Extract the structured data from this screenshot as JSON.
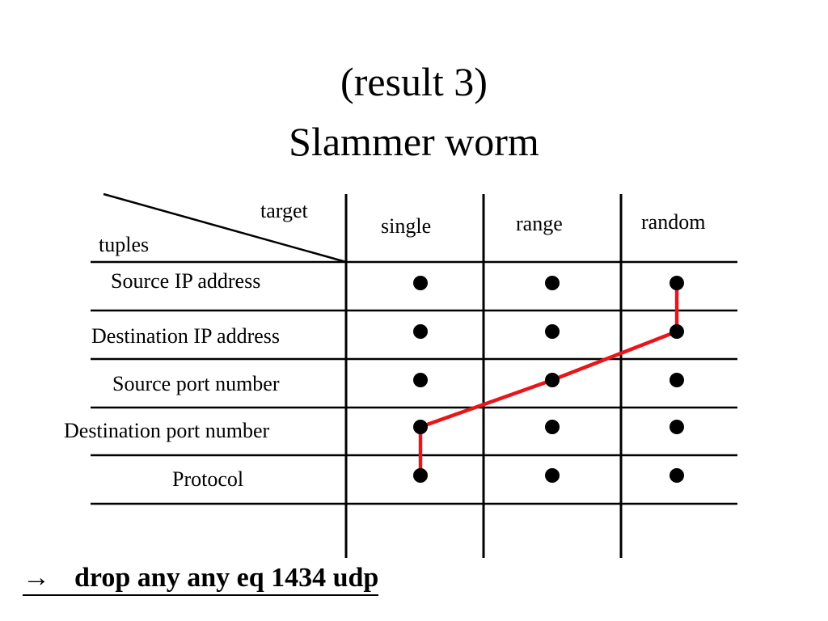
{
  "title": {
    "line1": "(result 3)",
    "line2": "Slammer worm"
  },
  "table": {
    "corner_top": "target",
    "corner_bottom": "tuples",
    "columns": [
      "single",
      "range",
      "random"
    ],
    "rows": [
      "Source IP address",
      "Destination IP address",
      "Source port number",
      "Destination port number",
      "Protocol"
    ],
    "path_colour": "#e8151b"
  },
  "rule": {
    "arrow": "→",
    "command": "drop any any eq 1434 udp"
  }
}
